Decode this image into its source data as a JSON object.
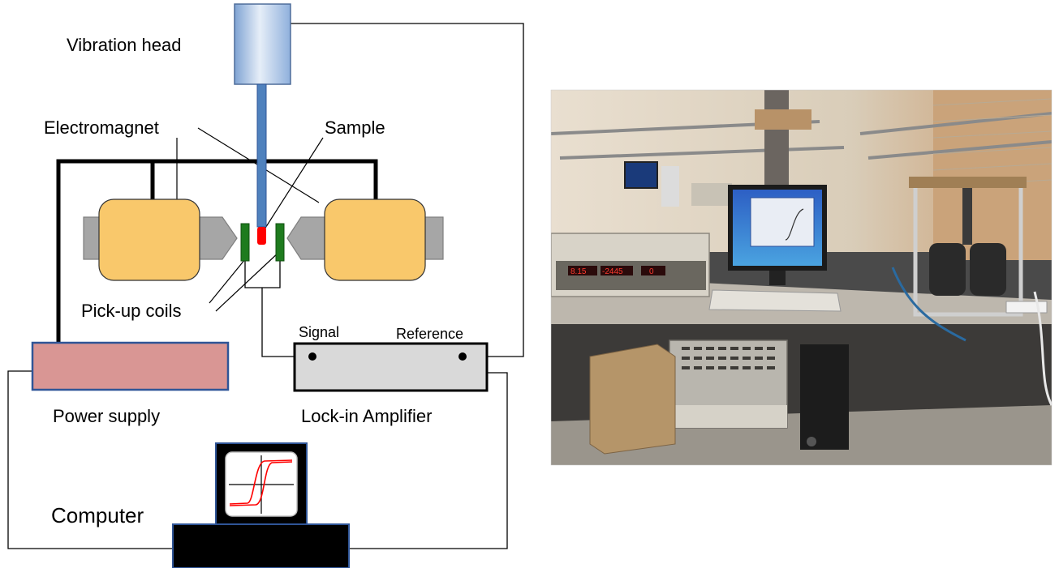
{
  "diagram": {
    "labels": {
      "vibration_head": "Vibration head",
      "electromagnet": "Electromagnet",
      "sample": "Sample",
      "pickup_coils": "Pick-up coils",
      "signal": "Signal",
      "reference": "Reference",
      "power_supply": "Power supply",
      "lockin_amplifier": "Lock-in Amplifier",
      "computer": "Computer"
    },
    "colors": {
      "vibration_head_fill": "#c9d8ee",
      "rod": "#4f81bd",
      "magnet_core": "#f9c86b",
      "pole_piece": "#a6a6a6",
      "coil": "#1e7b1e",
      "sample": "#ff0000",
      "power_supply_fill": "#d99694",
      "amplifier_fill": "#d9d9d9",
      "computer_body": "#000000",
      "monitor_frame": "#17375e",
      "hysteresis_curve": "#ff0000"
    }
  },
  "photo": {
    "subject": "lab-bench-with-vsm-setup",
    "monitor_window_title": "",
    "readouts": [
      "8.15",
      "-2445",
      "0"
    ]
  }
}
